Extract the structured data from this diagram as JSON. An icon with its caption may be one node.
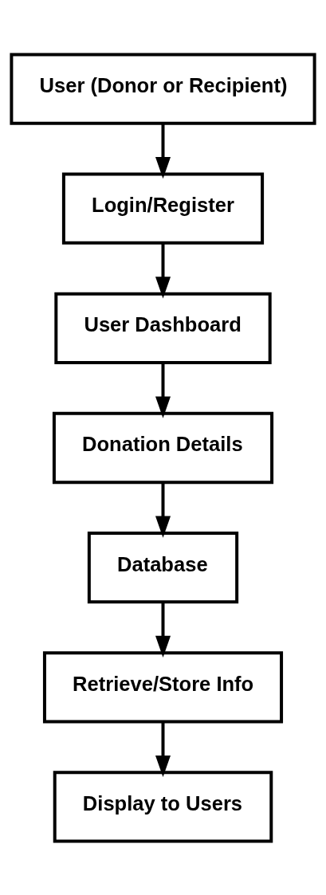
{
  "diagram": {
    "nodes": [
      {
        "text": [
          "User (Donor or Recipient)"
        ]
      },
      {
        "text": [
          "Login/Register"
        ]
      },
      {
        "text": [
          "User Dashboard"
        ]
      },
      {
        "text": [
          "Donation Details"
        ]
      },
      {
        "text": [
          "Database"
        ]
      },
      {
        "text": [
          "Retrieve/Store Info"
        ]
      },
      {
        "text": [
          "Display to Users"
        ]
      }
    ],
    "edges": [
      {
        "from": 0,
        "to": 1,
        "arrow": "to"
      },
      {
        "from": 1,
        "to": 2,
        "arrow": "to"
      },
      {
        "from": 2,
        "to": 3,
        "arrow": "to"
      },
      {
        "from": 3,
        "to": 4,
        "arrow": "to"
      },
      {
        "from": 4,
        "to": 5,
        "arrow": "to"
      },
      {
        "from": 5,
        "to": 6,
        "arrow": "to"
      }
    ]
  }
}
